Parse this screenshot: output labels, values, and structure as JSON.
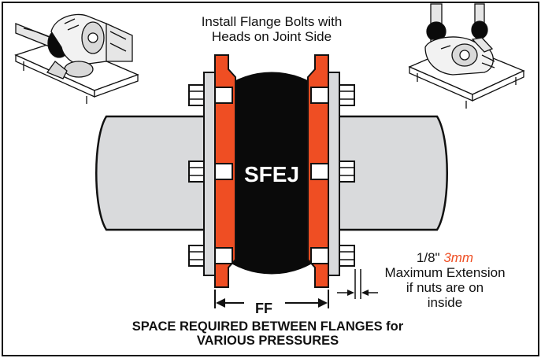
{
  "install_note": {
    "line1": "Install Flange Bolts with",
    "line2": "Heads on Joint Side"
  },
  "joint_label": "SFEJ",
  "dimension_label": "FF",
  "extension_note": {
    "imperial": "1/8\"",
    "metric": "3mm",
    "line2": "Maximum Extension",
    "line3": "if nuts are on",
    "line4": "inside"
  },
  "caption": {
    "line1": "SPACE REQUIRED BETWEEN FLANGES for",
    "line2": "VARIOUS PRESSURES"
  },
  "colors": {
    "flange_orange": "#ef4e23",
    "pipe_gray": "#d9dadc",
    "joint_black": "#0a0a0a",
    "outline": "#111111",
    "accent_metric": "#ef4e23"
  },
  "icons": {
    "left_pump": "pump-assembly-icon",
    "right_pump": "pump-with-joints-icon"
  }
}
